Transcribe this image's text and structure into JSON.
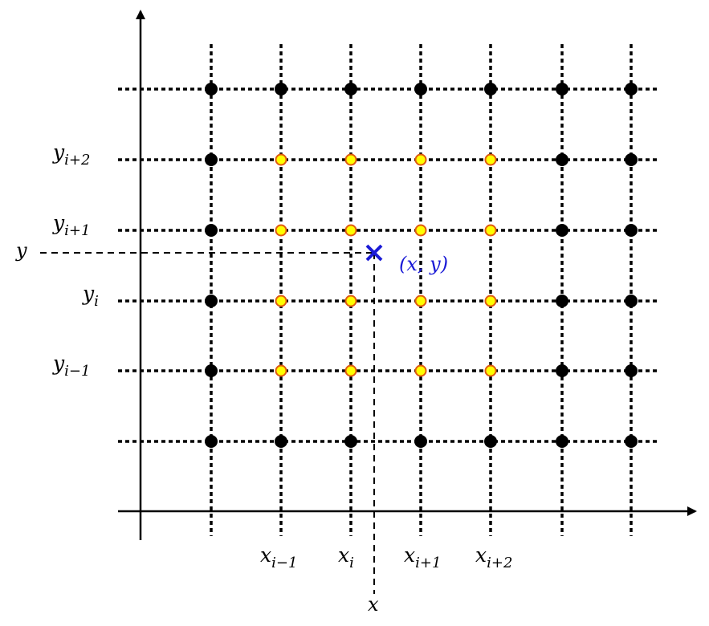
{
  "diagram": {
    "colors": {
      "axis": "#000000",
      "grid": "#000000",
      "node_outer": "#000000",
      "node_inner_fill": "#ffff00",
      "node_inner_stroke": "#e05a10",
      "query_point": "#1a1ad6"
    },
    "x_axis_labels": [
      {
        "base": "x",
        "sub": "i−1"
      },
      {
        "base": "x",
        "sub": "i"
      },
      {
        "base": "x",
        "sub": "i+1"
      },
      {
        "base": "x",
        "sub": "i+2"
      }
    ],
    "y_axis_labels": [
      {
        "base": "y",
        "sub": "i+2"
      },
      {
        "base": "y",
        "sub": "i+1"
      },
      {
        "base": "y",
        "sub": "i"
      },
      {
        "base": "y",
        "sub": "i−1"
      }
    ],
    "query_x_label": "x",
    "query_y_label": "y",
    "query_point_label": "(x, y)",
    "query_marker_icon": "cross-icon"
  }
}
